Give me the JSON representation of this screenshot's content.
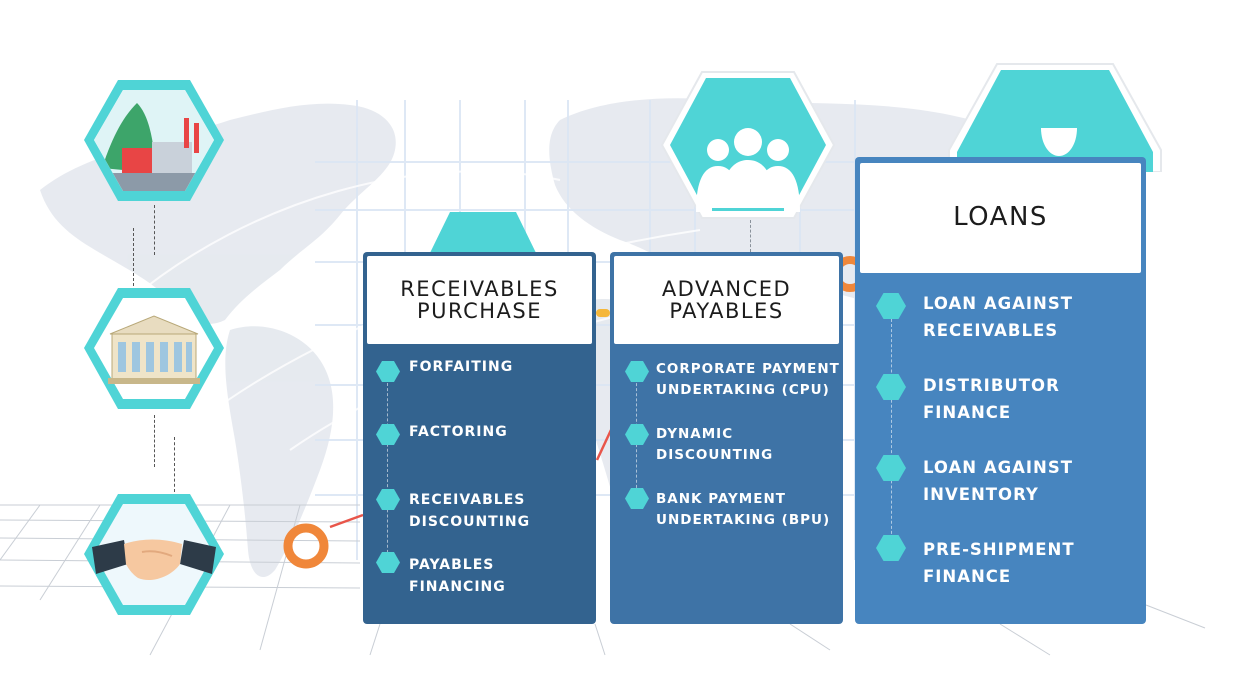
{
  "colors": {
    "teal": "#4fd4d6",
    "navy_panel": "#33638f",
    "mid_panel": "#3e73a6",
    "light_panel": "#4785bf",
    "orange": "#f0873a",
    "map_grey": "#e6eaf0"
  },
  "icons": {
    "top": "factory-icon",
    "middle": "bank-building-icon",
    "bottom": "handshake-icon",
    "payables_hex": "people-group-icon",
    "loans_hex": "hand-icon"
  },
  "receivables": {
    "title_line1": "RECEIVABLES",
    "title_line2": "PURCHASE",
    "items": [
      {
        "line1": "FORFAITING",
        "line2": ""
      },
      {
        "line1": "FACTORING",
        "line2": ""
      },
      {
        "line1": "RECEIVABLES",
        "line2": "DISCOUNTING"
      },
      {
        "line1": "PAYABLES",
        "line2": "FINANCING"
      }
    ]
  },
  "payables": {
    "title_line1": "ADVANCED",
    "title_line2": "PAYABLES",
    "items": [
      {
        "line1": "CORPORATE PAYMENT",
        "line2": "UNDERTAKING (CPU)"
      },
      {
        "line1": "DYNAMIC",
        "line2": "DISCOUNTING"
      },
      {
        "line1": "BANK PAYMENT",
        "line2": "UNDERTAKING (BPU)"
      }
    ]
  },
  "loans": {
    "title": "LOANS",
    "items": [
      {
        "line1": "LOAN AGAINST",
        "line2": "RECEIVABLES"
      },
      {
        "line1": "DISTRIBUTOR",
        "line2": "FINANCE"
      },
      {
        "line1": "LOAN AGAINST",
        "line2": "INVENTORY"
      },
      {
        "line1": "PRE-SHIPMENT",
        "line2": "FINANCE"
      }
    ]
  }
}
